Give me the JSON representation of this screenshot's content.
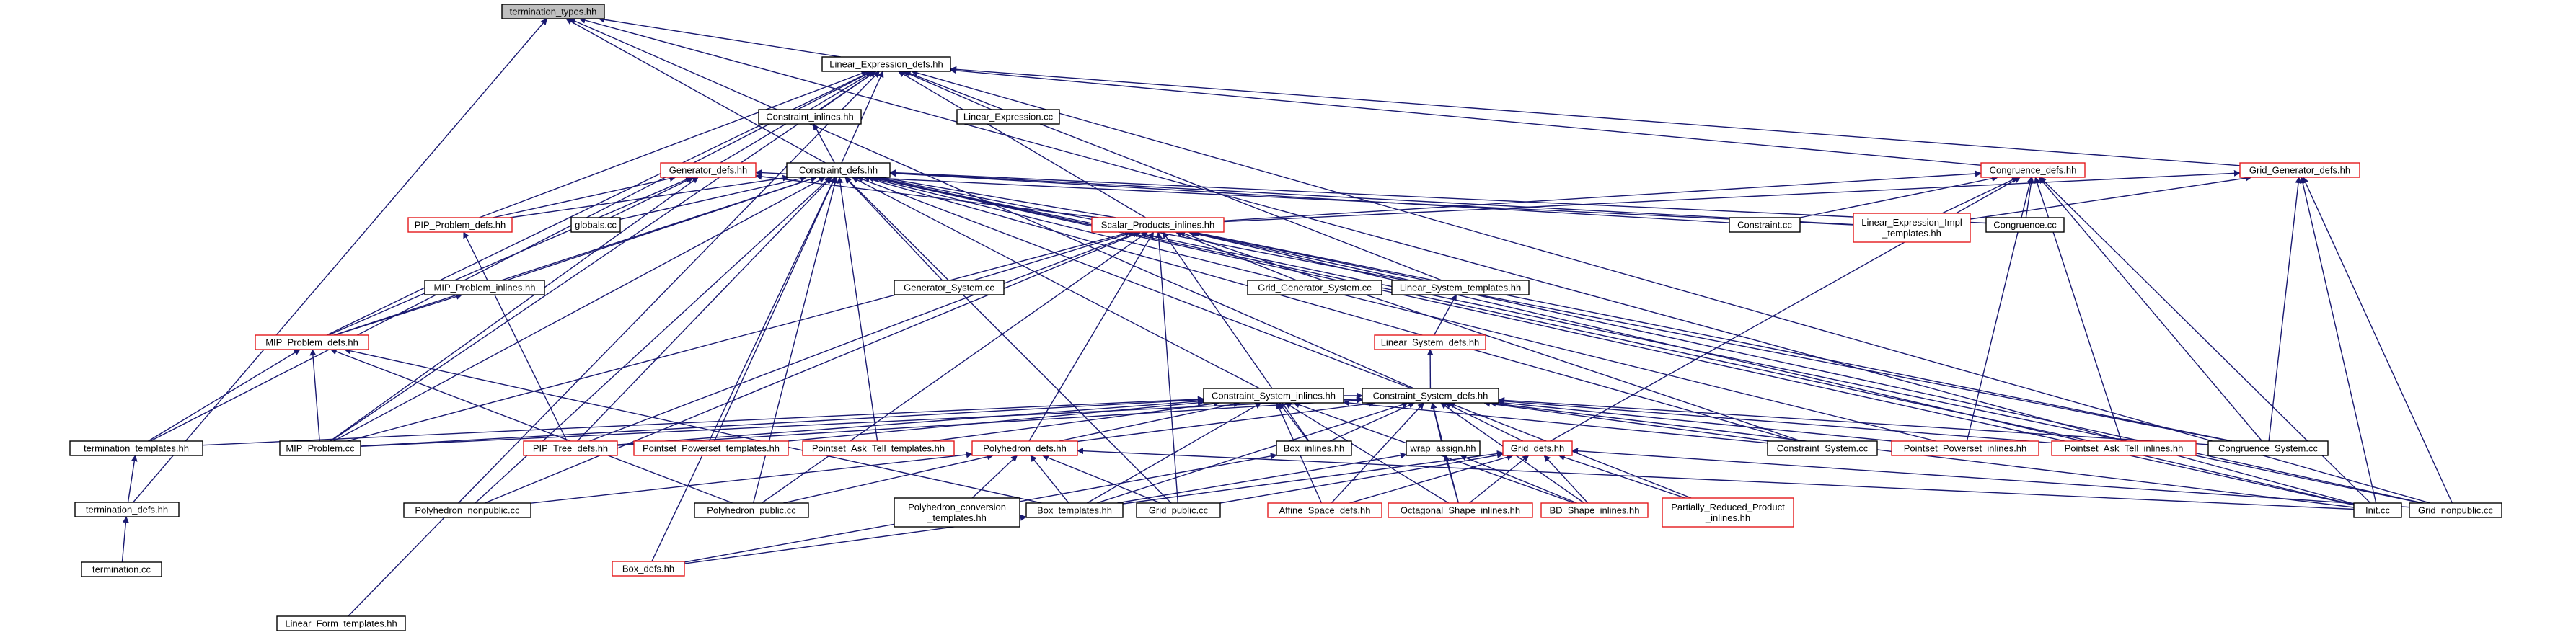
{
  "graph": {
    "colors": {
      "edge": "#191970",
      "node_border": "#000000",
      "node_border_incomplete": "#e31a1c",
      "node_fill": "#ffffff",
      "root_fill": "#bfbfbf",
      "text": "#000000"
    },
    "nodes": [
      {
        "id": "termination_types",
        "lines": [
          "termination_types.hh"
        ],
        "root": true
      },
      {
        "id": "linear_expression_defs",
        "lines": [
          "Linear_Expression_defs.hh"
        ]
      },
      {
        "id": "constraint_inlines",
        "lines": [
          "Constraint_inlines.hh"
        ]
      },
      {
        "id": "linear_expression_cc",
        "lines": [
          "Linear_Expression.cc"
        ]
      },
      {
        "id": "generator_defs",
        "lines": [
          "Generator_defs.hh"
        ],
        "incomplete": true
      },
      {
        "id": "constraint_defs",
        "lines": [
          "Constraint_defs.hh"
        ]
      },
      {
        "id": "congruence_defs",
        "lines": [
          "Congruence_defs.hh"
        ],
        "incomplete": true
      },
      {
        "id": "grid_generator_defs",
        "lines": [
          "Grid_Generator_defs.hh"
        ],
        "incomplete": true
      },
      {
        "id": "pip_problem_defs",
        "lines": [
          "PIP_Problem_defs.hh"
        ],
        "incomplete": true
      },
      {
        "id": "globals_cc",
        "lines": [
          "globals.cc"
        ]
      },
      {
        "id": "scalar_products_inlines",
        "lines": [
          "Scalar_Products_inlines.hh"
        ],
        "incomplete": true
      },
      {
        "id": "constraint_cc",
        "lines": [
          "Constraint.cc"
        ]
      },
      {
        "id": "linear_expression_impl_templates",
        "lines": [
          "Linear_Expression_Impl",
          "_templates.hh"
        ],
        "incomplete": true
      },
      {
        "id": "congruence_cc",
        "lines": [
          "Congruence.cc"
        ]
      },
      {
        "id": "generator_system_cc",
        "lines": [
          "Generator_System.cc"
        ]
      },
      {
        "id": "mip_problem_inlines",
        "lines": [
          "MIP_Problem_inlines.hh"
        ]
      },
      {
        "id": "grid_generator_system_cc",
        "lines": [
          "Grid_Generator_System.cc"
        ]
      },
      {
        "id": "linear_system_templates",
        "lines": [
          "Linear_System_templates.hh"
        ]
      },
      {
        "id": "mip_problem_defs",
        "lines": [
          "MIP_Problem_defs.hh"
        ],
        "incomplete": true
      },
      {
        "id": "linear_system_defs",
        "lines": [
          "Linear_System_defs.hh"
        ],
        "incomplete": true
      },
      {
        "id": "constraint_system_inlines",
        "lines": [
          "Constraint_System_inlines.hh"
        ]
      },
      {
        "id": "constraint_system_defs",
        "lines": [
          "Constraint_System_defs.hh"
        ]
      },
      {
        "id": "termination_templates",
        "lines": [
          "termination_templates.hh"
        ]
      },
      {
        "id": "mip_problem_cc",
        "lines": [
          "MIP_Problem.cc"
        ]
      },
      {
        "id": "pip_tree_defs",
        "lines": [
          "PIP_Tree_defs.hh"
        ],
        "incomplete": true
      },
      {
        "id": "pointset_powerset_templates",
        "lines": [
          "Pointset_Powerset_templates.hh"
        ],
        "incomplete": true
      },
      {
        "id": "pointset_ask_tell_templates",
        "lines": [
          "Pointset_Ask_Tell_templates.hh"
        ],
        "incomplete": true
      },
      {
        "id": "polyhedron_defs",
        "lines": [
          "Polyhedron_defs.hh"
        ],
        "incomplete": true
      },
      {
        "id": "box_inlines",
        "lines": [
          "Box_inlines.hh"
        ]
      },
      {
        "id": "wrap_assign",
        "lines": [
          "wrap_assign.hh"
        ]
      },
      {
        "id": "grid_defs",
        "lines": [
          "Grid_defs.hh"
        ],
        "incomplete": true
      },
      {
        "id": "constraint_system_cc",
        "lines": [
          "Constraint_System.cc"
        ]
      },
      {
        "id": "pointset_powerset_inlines",
        "lines": [
          "Pointset_Powerset_inlines.hh"
        ],
        "incomplete": true
      },
      {
        "id": "pointset_ask_tell_inlines",
        "lines": [
          "Pointset_Ask_Tell_inlines.hh"
        ],
        "incomplete": true
      },
      {
        "id": "congruence_system_cc",
        "lines": [
          "Congruence_System.cc"
        ]
      },
      {
        "id": "termination_defs",
        "lines": [
          "termination_defs.hh"
        ]
      },
      {
        "id": "polyhedron_nonpublic_cc",
        "lines": [
          "Polyhedron_nonpublic.cc"
        ]
      },
      {
        "id": "polyhedron_public_cc",
        "lines": [
          "Polyhedron_public.cc"
        ]
      },
      {
        "id": "polyhedron_conversion_templates",
        "lines": [
          "Polyhedron_conversion",
          "_templates.hh"
        ]
      },
      {
        "id": "box_templates",
        "lines": [
          "Box_templates.hh"
        ]
      },
      {
        "id": "grid_public_cc",
        "lines": [
          "Grid_public.cc"
        ]
      },
      {
        "id": "affine_space_defs",
        "lines": [
          "Affine_Space_defs.hh"
        ],
        "incomplete": true
      },
      {
        "id": "octagonal_shape_inlines",
        "lines": [
          "Octagonal_Shape_inlines.hh"
        ],
        "incomplete": true
      },
      {
        "id": "bd_shape_inlines",
        "lines": [
          "BD_Shape_inlines.hh"
        ],
        "incomplete": true
      },
      {
        "id": "partially_reduced_product_inlines",
        "lines": [
          "Partially_Reduced_Product",
          "_inlines.hh"
        ],
        "incomplete": true
      },
      {
        "id": "init_cc",
        "lines": [
          "Init.cc"
        ]
      },
      {
        "id": "grid_nonpublic_cc",
        "lines": [
          "Grid_nonpublic.cc"
        ]
      },
      {
        "id": "termination_cc",
        "lines": [
          "termination.cc"
        ]
      },
      {
        "id": "box_defs",
        "lines": [
          "Box_defs.hh"
        ],
        "incomplete": true
      },
      {
        "id": "linear_form_templates",
        "lines": [
          "Linear_Form_templates.hh"
        ]
      }
    ],
    "edges": [
      [
        "linear_expression_defs",
        "termination_types"
      ],
      [
        "constraint_defs",
        "termination_types"
      ],
      [
        "termination_defs",
        "termination_types"
      ],
      [
        "init_cc",
        "termination_types"
      ],
      [
        "constraint_system_defs",
        "termination_types"
      ],
      [
        "constraint_inlines",
        "linear_expression_defs"
      ],
      [
        "linear_expression_cc",
        "linear_expression_defs"
      ],
      [
        "generator_defs",
        "linear_expression_defs"
      ],
      [
        "constraint_defs",
        "linear_expression_defs"
      ],
      [
        "congruence_defs",
        "linear_expression_defs"
      ],
      [
        "grid_generator_defs",
        "linear_expression_defs"
      ],
      [
        "pip_problem_defs",
        "linear_expression_defs"
      ],
      [
        "scalar_products_inlines",
        "linear_expression_defs"
      ],
      [
        "linear_system_templates",
        "linear_expression_defs"
      ],
      [
        "mip_problem_defs",
        "linear_expression_defs"
      ],
      [
        "mip_problem_cc",
        "linear_expression_defs"
      ],
      [
        "termination_templates",
        "linear_expression_defs"
      ],
      [
        "linear_form_templates",
        "linear_expression_defs"
      ],
      [
        "grid_nonpublic_cc",
        "linear_expression_defs"
      ],
      [
        "constraint_defs",
        "constraint_inlines"
      ],
      [
        "pip_problem_defs",
        "generator_defs"
      ],
      [
        "globals_cc",
        "generator_defs"
      ],
      [
        "scalar_products_inlines",
        "generator_defs"
      ],
      [
        "mip_problem_cc",
        "generator_defs"
      ],
      [
        "mip_problem_defs",
        "generator_defs"
      ],
      [
        "linear_expression_impl_templates",
        "generator_defs"
      ],
      [
        "globals_cc",
        "constraint_defs"
      ],
      [
        "pip_problem_defs",
        "constraint_defs"
      ],
      [
        "scalar_products_inlines",
        "constraint_defs"
      ],
      [
        "constraint_cc",
        "constraint_defs"
      ],
      [
        "linear_expression_impl_templates",
        "constraint_defs"
      ],
      [
        "congruence_cc",
        "constraint_defs"
      ],
      [
        "generator_system_cc",
        "constraint_defs"
      ],
      [
        "mip_problem_inlines",
        "constraint_defs"
      ],
      [
        "mip_problem_defs",
        "constraint_defs"
      ],
      [
        "constraint_system_inlines",
        "constraint_defs"
      ],
      [
        "constraint_system_defs",
        "constraint_defs"
      ],
      [
        "pip_tree_defs",
        "constraint_defs"
      ],
      [
        "pointset_powerset_templates",
        "constraint_defs"
      ],
      [
        "pointset_ask_tell_templates",
        "constraint_defs"
      ],
      [
        "mip_problem_cc",
        "constraint_defs"
      ],
      [
        "constraint_system_cc",
        "constraint_defs"
      ],
      [
        "pointset_powerset_inlines",
        "constraint_defs"
      ],
      [
        "pointset_ask_tell_inlines",
        "constraint_defs"
      ],
      [
        "congruence_system_cc",
        "constraint_defs"
      ],
      [
        "init_cc",
        "constraint_defs"
      ],
      [
        "grid_nonpublic_cc",
        "constraint_defs"
      ],
      [
        "polyhedron_nonpublic_cc",
        "constraint_defs"
      ],
      [
        "box_defs",
        "constraint_defs"
      ],
      [
        "polyhedron_public_cc",
        "constraint_defs"
      ],
      [
        "grid_public_cc",
        "constraint_defs"
      ],
      [
        "scalar_products_inlines",
        "congruence_defs"
      ],
      [
        "constraint_cc",
        "congruence_defs"
      ],
      [
        "linear_expression_impl_templates",
        "congruence_defs"
      ],
      [
        "congruence_cc",
        "congruence_defs"
      ],
      [
        "congruence_system_cc",
        "congruence_defs"
      ],
      [
        "grid_defs",
        "congruence_defs"
      ],
      [
        "pointset_powerset_inlines",
        "congruence_defs"
      ],
      [
        "pointset_ask_tell_inlines",
        "congruence_defs"
      ],
      [
        "init_cc",
        "congruence_defs"
      ],
      [
        "scalar_products_inlines",
        "grid_generator_defs"
      ],
      [
        "linear_expression_impl_templates",
        "grid_generator_defs"
      ],
      [
        "congruence_system_cc",
        "grid_generator_defs"
      ],
      [
        "init_cc",
        "grid_generator_defs"
      ],
      [
        "grid_nonpublic_cc",
        "grid_generator_defs"
      ],
      [
        "pip_tree_defs",
        "pip_problem_defs"
      ],
      [
        "generator_system_cc",
        "scalar_products_inlines"
      ],
      [
        "grid_generator_system_cc",
        "scalar_products_inlines"
      ],
      [
        "linear_system_templates",
        "scalar_products_inlines"
      ],
      [
        "mip_problem_cc",
        "scalar_products_inlines"
      ],
      [
        "pip_tree_defs",
        "scalar_products_inlines"
      ],
      [
        "polyhedron_defs",
        "scalar_products_inlines"
      ],
      [
        "box_inlines",
        "scalar_products_inlines"
      ],
      [
        "grid_public_cc",
        "scalar_products_inlines"
      ],
      [
        "constraint_system_cc",
        "scalar_products_inlines"
      ],
      [
        "congruence_system_cc",
        "scalar_products_inlines"
      ],
      [
        "init_cc",
        "scalar_products_inlines"
      ],
      [
        "polyhedron_nonpublic_cc",
        "scalar_products_inlines"
      ],
      [
        "polyhedron_public_cc",
        "scalar_products_inlines"
      ],
      [
        "grid_nonpublic_cc",
        "scalar_products_inlines"
      ],
      [
        "mip_problem_defs",
        "mip_problem_inlines"
      ],
      [
        "linear_system_defs",
        "linear_system_templates"
      ],
      [
        "mip_problem_cc",
        "mip_problem_defs"
      ],
      [
        "termination_templates",
        "mip_problem_defs"
      ],
      [
        "polyhedron_public_cc",
        "mip_problem_defs"
      ],
      [
        "box_templates",
        "mip_problem_defs"
      ],
      [
        "constraint_system_defs",
        "linear_system_defs"
      ],
      [
        "termination_templates",
        "constraint_system_inlines"
      ],
      [
        "mip_problem_cc",
        "constraint_system_inlines"
      ],
      [
        "pip_tree_defs",
        "constraint_system_inlines"
      ],
      [
        "pointset_powerset_templates",
        "constraint_system_inlines"
      ],
      [
        "pointset_ask_tell_templates",
        "constraint_system_inlines"
      ],
      [
        "polyhedron_defs",
        "constraint_system_inlines"
      ],
      [
        "box_inlines",
        "constraint_system_inlines"
      ],
      [
        "constraint_system_cc",
        "constraint_system_inlines"
      ],
      [
        "box_templates",
        "constraint_system_inlines"
      ],
      [
        "affine_space_defs",
        "constraint_system_inlines"
      ],
      [
        "octagonal_shape_inlines",
        "constraint_system_inlines"
      ],
      [
        "bd_shape_inlines",
        "constraint_system_inlines"
      ],
      [
        "constraint_system_inlines",
        "constraint_system_defs"
      ],
      [
        "mip_problem_cc",
        "constraint_system_defs"
      ],
      [
        "pip_tree_defs",
        "constraint_system_defs"
      ],
      [
        "polyhedron_defs",
        "constraint_system_defs"
      ],
      [
        "box_inlines",
        "constraint_system_defs"
      ],
      [
        "wrap_assign",
        "constraint_system_defs"
      ],
      [
        "grid_defs",
        "constraint_system_defs"
      ],
      [
        "constraint_system_cc",
        "constraint_system_defs"
      ],
      [
        "pointset_powerset_inlines",
        "constraint_system_defs"
      ],
      [
        "pointset_ask_tell_inlines",
        "constraint_system_defs"
      ],
      [
        "congruence_system_cc",
        "constraint_system_defs"
      ],
      [
        "affine_space_defs",
        "constraint_system_defs"
      ],
      [
        "octagonal_shape_inlines",
        "constraint_system_defs"
      ],
      [
        "bd_shape_inlines",
        "constraint_system_defs"
      ],
      [
        "partially_reduced_product_inlines",
        "constraint_system_defs"
      ],
      [
        "init_cc",
        "constraint_system_defs"
      ],
      [
        "box_templates",
        "constraint_system_defs"
      ],
      [
        "termination_defs",
        "termination_templates"
      ],
      [
        "termination_cc",
        "termination_defs"
      ],
      [
        "polyhedron_nonpublic_cc",
        "polyhedron_defs"
      ],
      [
        "polyhedron_public_cc",
        "polyhedron_defs"
      ],
      [
        "polyhedron_conversion_templates",
        "polyhedron_defs"
      ],
      [
        "box_templates",
        "polyhedron_defs"
      ],
      [
        "grid_public_cc",
        "polyhedron_defs"
      ],
      [
        "init_cc",
        "polyhedron_defs"
      ],
      [
        "box_defs",
        "box_inlines"
      ],
      [
        "box_templates",
        "wrap_assign"
      ],
      [
        "octagonal_shape_inlines",
        "wrap_assign"
      ],
      [
        "bd_shape_inlines",
        "wrap_assign"
      ],
      [
        "box_templates",
        "grid_defs"
      ],
      [
        "affine_space_defs",
        "grid_defs"
      ],
      [
        "octagonal_shape_inlines",
        "grid_defs"
      ],
      [
        "bd_shape_inlines",
        "grid_defs"
      ],
      [
        "partially_reduced_product_inlines",
        "grid_defs"
      ],
      [
        "grid_public_cc",
        "grid_defs"
      ],
      [
        "grid_nonpublic_cc",
        "grid_defs"
      ],
      [
        "box_defs",
        "box_templates"
      ]
    ]
  }
}
